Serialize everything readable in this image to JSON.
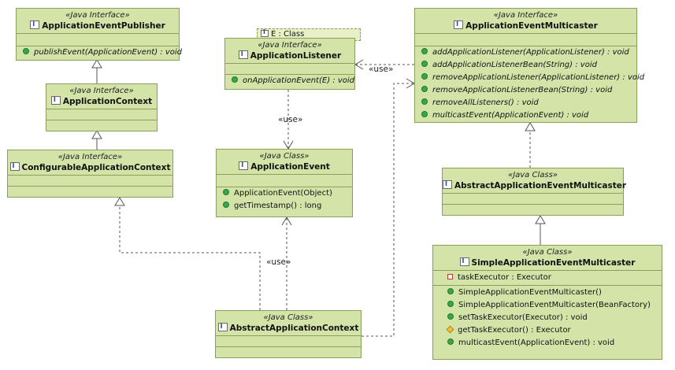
{
  "labels": {
    "use_listener": "«use»",
    "use_event_top": "«use»",
    "use_event_bottom": "«use»"
  },
  "classes": {
    "publisher": {
      "stereotype": "«Java Interface»",
      "name": "ApplicationEventPublisher",
      "methods": [
        "publishEvent(ApplicationEvent) : void"
      ]
    },
    "context": {
      "stereotype": "«Java Interface»",
      "name": "ApplicationContext"
    },
    "configurable": {
      "stereotype": "«Java Interface»",
      "name": "ConfigurableApplicationContext"
    },
    "listener": {
      "type_param": "E : Class",
      "stereotype": "«Java Interface»",
      "name": "ApplicationListener",
      "methods": [
        "onApplicationEvent(E) : void"
      ]
    },
    "event": {
      "stereotype": "«Java Class»",
      "name": "ApplicationEvent",
      "methods": [
        "ApplicationEvent(Object)",
        "getTimestamp() : long"
      ]
    },
    "abstract_context": {
      "stereotype": "«Java Class»",
      "name": "AbstractApplicationContext"
    },
    "multicaster": {
      "stereotype": "«Java Interface»",
      "name": "ApplicationEventMulticaster",
      "methods": [
        "addApplicationListener(ApplicationListener) : void",
        "addApplicationListenerBean(String) : void",
        "removeApplicationListener(ApplicationListener) : void",
        "removeApplicationListenerBean(String) : void",
        "removeAllListeners() : void",
        "multicastEvent(ApplicationEvent) : void"
      ]
    },
    "abstract_multicaster": {
      "stereotype": "«Java Class»",
      "name": "AbstractApplicationEventMulticaster"
    },
    "simple_multicaster": {
      "stereotype": "«Java Class»",
      "name": "SimpleApplicationEventMulticaster",
      "fields": [
        "taskExecutor : Executor"
      ],
      "methods": [
        "SimpleApplicationEventMulticaster()",
        "SimpleApplicationEventMulticaster(BeanFactory)",
        "setTaskExecutor(Executor) : void",
        "getTaskExecutor() : Executor",
        "multicastEvent(ApplicationEvent) : void"
      ]
    }
  }
}
